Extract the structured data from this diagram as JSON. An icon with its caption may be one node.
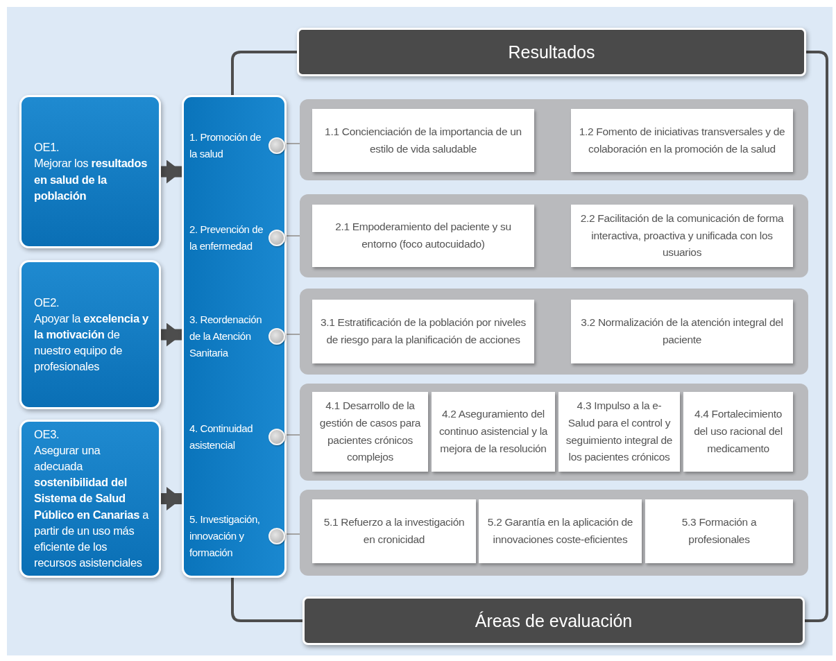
{
  "diagram": {
    "nodes": [
      {
        "text": [
          "Resultados"
        ]
      },
      {
        "text": [
          "OE1.",
          "Mejorar los **resultados en salud de la población**"
        ]
      },
      {
        "text": [
          "OE2.",
          "Apoyar la **excelencia y la motivación** de nuestro equipo de profesionales"
        ]
      },
      {
        "text": [
          "OE3.",
          "Asegurar una adecuada **sostenibilidad del Sistema de Salud Público en Canarias** a partir de un uso más eficiente de los recursos asistenciales"
        ]
      },
      {
        "text": [],
        "shape": "bar"
      },
      {
        "text": [
          "1. Promoción de la salud"
        ],
        "in": 4
      },
      {
        "text": [
          "2. Prevención de la enfermedad"
        ],
        "in": 4
      },
      {
        "text": [
          "3. Reordenación de la Atención Sanitaria"
        ],
        "in": 4
      },
      {
        "text": [
          "4. Continuidad asistencial"
        ],
        "in": 4
      },
      {
        "text": [
          "5. Investigación, innovación y formación"
        ],
        "in": 4
      },
      {
        "text": [],
        "shape": "box"
      },
      {
        "text": [
          "1.1 Concienciación de la importancia de un estilo de vida saludable"
        ],
        "in": 10
      },
      {
        "text": [
          "1.2 Fomento de iniciativas transversales y de colaboración en la promoción de la salud"
        ],
        "in": 10
      },
      {
        "text": [],
        "shape": "box"
      },
      {
        "text": [
          "2.1 Empoderamiento del paciente y su entorno (foco autocuidado)"
        ],
        "in": 13
      },
      {
        "text": [
          "2.2 Facilitación de la comunicación de forma interactiva, proactiva y unificada con los usuarios"
        ],
        "in": 13
      },
      {
        "text": [],
        "shape": "box"
      },
      {
        "text": [
          "3.1 Estratificación de la población por niveles de riesgo para la planificación de acciones"
        ],
        "in": 16
      },
      {
        "text": [
          "3.2 Normalización de la atención integral del paciente"
        ],
        "in": 16
      },
      {
        "text": [],
        "shape": "box"
      },
      {
        "text": [
          "4.1 Desarrollo de la gestión de casos para pacientes crónicos complejos"
        ],
        "in": 19
      },
      {
        "text": [
          "4.2 Aseguramiento del continuo asistencial y la mejora de la resolución"
        ],
        "in": 19
      },
      {
        "text": [
          "4.3 Impulso a la e-Salud para el control y seguimiento integral de los pacientes crónicos"
        ],
        "in": 19
      },
      {
        "text": [
          "4.4 Fortalecimiento del uso racional del medicamento"
        ],
        "in": 19
      },
      {
        "text": [],
        "shape": "box"
      },
      {
        "text": [
          "5.1 Refuerzo a la investigación en cronicidad"
        ],
        "in": 24
      },
      {
        "text": [
          "5.2 Garantía en la aplicación de innovaciones coste-eficientes"
        ],
        "in": 24
      },
      {
        "text": [
          "5.3 Formación a profesionales"
        ],
        "in": 24
      },
      {
        "text": [
          "Áreas de evaluación"
        ]
      }
    ],
    "edges": [
      {
        "from": 1,
        "to": 4,
        "arrow": "to",
        "style": "thick",
        "color": "#4d4d4d"
      },
      {
        "from": 2,
        "to": 4,
        "arrow": "to",
        "style": "thick",
        "color": "#4d4d4d"
      },
      {
        "from": 3,
        "to": 4,
        "arrow": "to",
        "style": "thick",
        "color": "#4d4d4d"
      },
      {
        "from": 5,
        "to": 10,
        "arrow": "none"
      },
      {
        "from": 6,
        "to": 13,
        "arrow": "none"
      },
      {
        "from": 7,
        "to": 16,
        "arrow": "none"
      },
      {
        "from": 8,
        "to": 19,
        "arrow": "none"
      },
      {
        "from": 9,
        "to": 24,
        "arrow": "none"
      },
      {
        "from": 0,
        "to": 28,
        "arrow": "none",
        "style": "thick",
        "color": "#4d4d4d"
      },
      {
        "from": 0,
        "to": 28,
        "arrow": "none",
        "style": "thick",
        "color": "#4d4d4d"
      }
    ]
  }
}
